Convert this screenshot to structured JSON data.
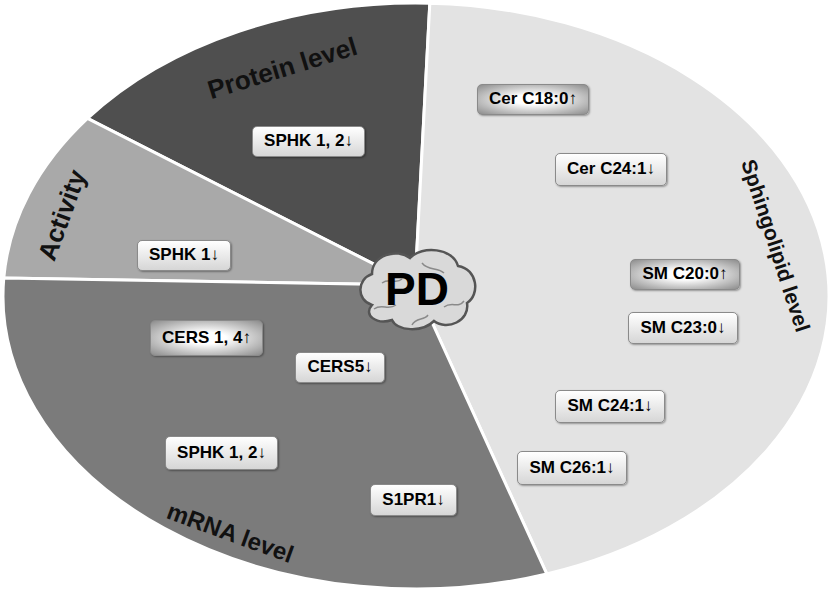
{
  "diagram": {
    "nodes": [
      {
        "text": [
          "Protein level"
        ]
      },
      {
        "text": [
          "SPHK 1, 2↓"
        ],
        "in": 0
      },
      {
        "text": [
          "Sphingolipid level"
        ]
      },
      {
        "text": [
          "Cer C18:0↑"
        ],
        "in": 2
      },
      {
        "text": [
          "Cer C24:1↓"
        ],
        "in": 2
      },
      {
        "text": [
          "SM C20:0↑"
        ],
        "in": 2
      },
      {
        "text": [
          "SM C23:0↓"
        ],
        "in": 2
      },
      {
        "text": [
          "SM C24:1↓"
        ],
        "in": 2
      },
      {
        "text": [
          "SM C26:1↓"
        ],
        "in": 2
      },
      {
        "text": [
          "Activity"
        ]
      },
      {
        "text": [
          "SPHK 1↓"
        ],
        "in": 9
      },
      {
        "text": [
          "PD"
        ]
      },
      {
        "text": [
          "mRNA level"
        ]
      },
      {
        "text": [
          "CERS 1, 4↑"
        ],
        "in": 12
      },
      {
        "text": [
          "CERS5↓"
        ],
        "in": 12
      },
      {
        "text": [
          "SPHK 1, 2↓"
        ],
        "in": 12
      },
      {
        "text": [
          "S1PR1↓"
        ],
        "in": 12
      }
    ]
  }
}
